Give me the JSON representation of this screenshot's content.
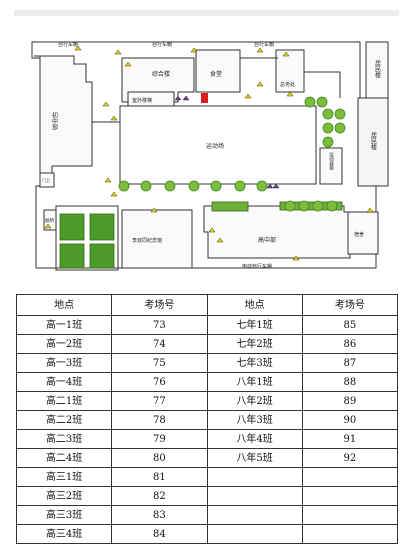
{
  "map": {
    "labels": {
      "bike_shed_1": "自行车棚",
      "bike_shed_2": "自行车棚",
      "bike_shed_3": "自行车棚",
      "residential_1": "居民楼",
      "residential_2": "居民楼",
      "complex_building": "综合楼",
      "canteen": "食堂",
      "general_affairs": "总务处",
      "junior_high": "初中部",
      "gate_room": "门卫",
      "outdoor_stairs": "室外楼梯",
      "sports_field": "运动场",
      "sports_equipment": "运动器械",
      "senior_high": "高中部",
      "dormitory": "宿舍",
      "memorial_hall": "李叔同纪念馆",
      "ev_shed": "电动自行车棚",
      "toilet": "厕所"
    }
  },
  "table": {
    "headers": [
      "地点",
      "考场号",
      "地点",
      "考场号"
    ],
    "rows": [
      [
        "高一1班",
        "73",
        "七年1班",
        "85"
      ],
      [
        "高一2班",
        "74",
        "七年2班",
        "86"
      ],
      [
        "高一3班",
        "75",
        "七年3班",
        "87"
      ],
      [
        "高一4班",
        "76",
        "八年1班",
        "88"
      ],
      [
        "高二1班",
        "77",
        "八年2班",
        "89"
      ],
      [
        "高二2班",
        "78",
        "八年3班",
        "90"
      ],
      [
        "高二3班",
        "79",
        "八年4班",
        "91"
      ],
      [
        "高二4班",
        "80",
        "八年5班",
        "92"
      ],
      [
        "高三1班",
        "81",
        "",
        ""
      ],
      [
        "高三2班",
        "82",
        "",
        ""
      ],
      [
        "高三3班",
        "83",
        "",
        ""
      ],
      [
        "高三4班",
        "84",
        "",
        ""
      ]
    ]
  },
  "colors": {
    "tree_green": "#7dbb3c",
    "tree_dark": "#3f8a1f",
    "marker_yellow": "#e8d800",
    "marker_purple": "#6a3d8f",
    "marker_red": "#d81e1e"
  }
}
